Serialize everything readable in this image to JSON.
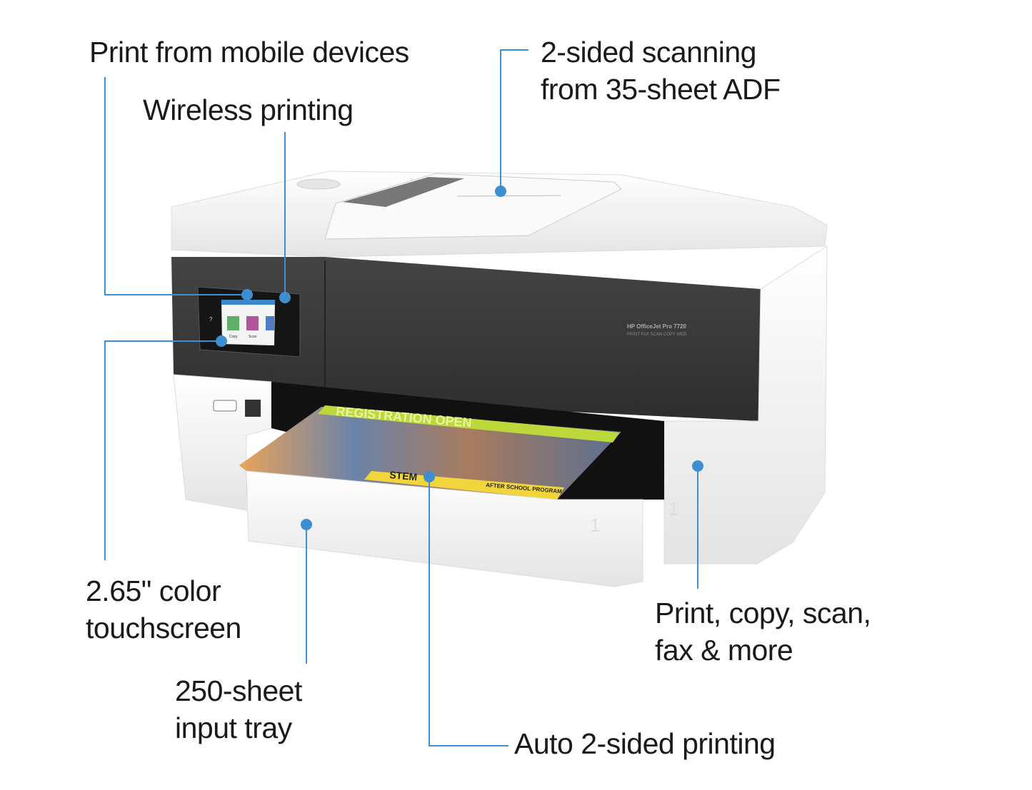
{
  "callouts": {
    "mobile": {
      "text": "Print from mobile devices"
    },
    "wireless": {
      "text": "Wireless printing"
    },
    "scanning": {
      "line1": "2-sided scanning",
      "line2": "from 35-sheet ADF"
    },
    "touchscreen": {
      "line1": "2.65\" color",
      "line2": "touchscreen"
    },
    "tray": {
      "line1": "250-sheet",
      "line2": "input tray"
    },
    "duplex": {
      "text": "Auto 2-sided printing"
    },
    "functions": {
      "line1": "Print, copy, scan,",
      "line2": "fax & more"
    }
  },
  "printer": {
    "model": "HP OfficeJet Pro 7720",
    "functions": "PRINT  FAX  SCAN  COPY  WEB",
    "tray_number": "1",
    "screen_apps": [
      "Copy",
      "Scan"
    ],
    "paper_headline": "REGISTRATION OPEN",
    "paper_stem": "STEM",
    "paper_program": "AFTER SCHOOL PROGRAM"
  },
  "colors": {
    "callout_line": "#3d8fd1",
    "printer_body": "#f2f2f2",
    "printer_panel": "#3a3a3a"
  }
}
